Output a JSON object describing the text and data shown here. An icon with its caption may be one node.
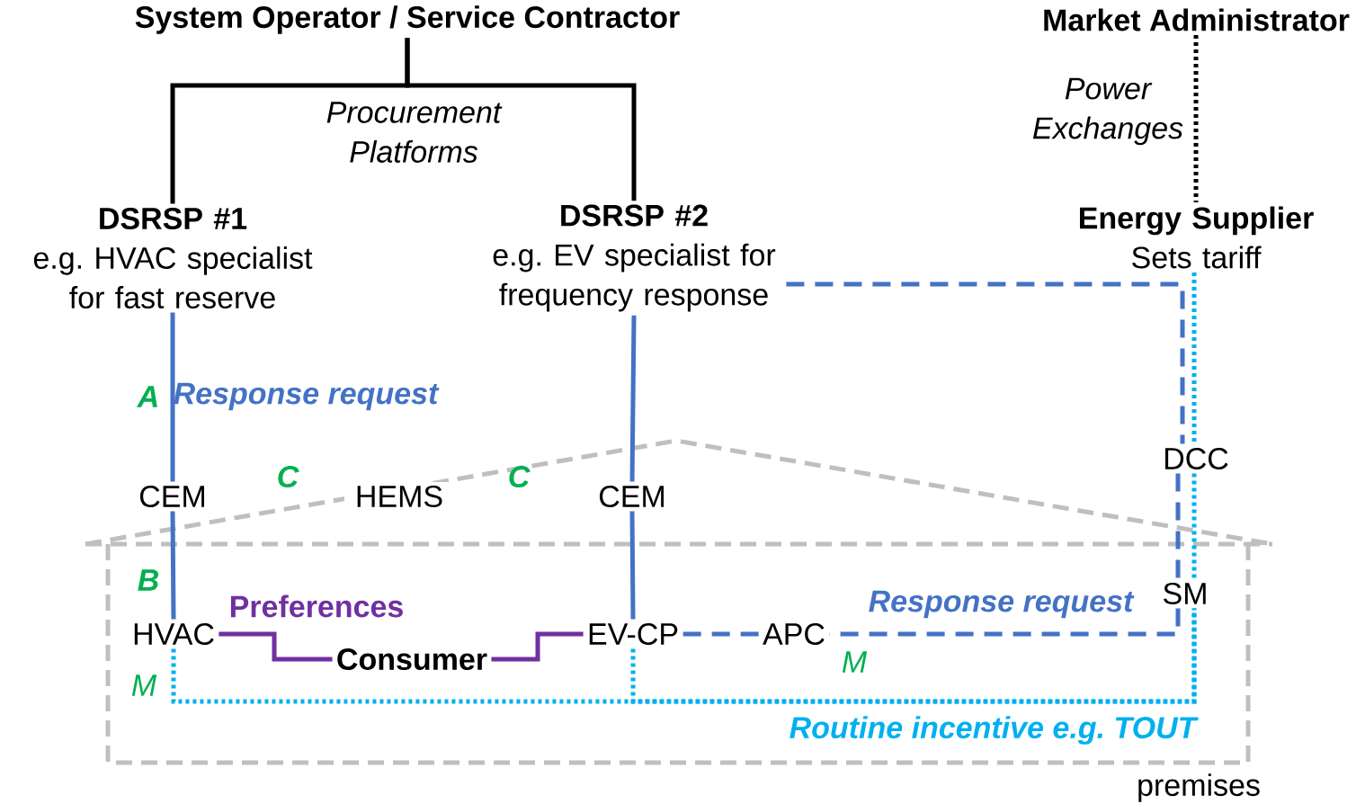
{
  "diagram": {
    "nodes": [
      {
        "text": [
          "System Operator / Service Contractor"
        ]
      },
      {
        "text": [
          "Market Administrator"
        ]
      },
      {
        "text": [
          "DSRSP #1",
          "e.g. HVAC specialist for fast reserve"
        ]
      },
      {
        "text": [
          "DSRSP #2",
          "e.g. EV specialist for frequency response"
        ]
      },
      {
        "text": [
          "Energy Supplier",
          "Sets tariff"
        ]
      },
      {
        "text": [
          "CEM"
        ]
      },
      {
        "text": [
          "HEMS"
        ]
      },
      {
        "text": [
          "CEM"
        ]
      },
      {
        "text": [
          "DCC"
        ]
      },
      {
        "text": [
          "SM"
        ]
      },
      {
        "text": [
          "HVAC"
        ]
      },
      {
        "text": [
          "Consumer"
        ]
      },
      {
        "text": [
          "EV-CP"
        ]
      },
      {
        "text": [
          "APC"
        ]
      }
    ],
    "edges": [
      {
        "from": 0,
        "to": 2,
        "arrow": "none",
        "color": "#000000"
      },
      {
        "from": 0,
        "to": 3,
        "arrow": "none",
        "color": "#000000"
      },
      {
        "from": 1,
        "to": 4,
        "arrow": "none",
        "style": "dashed",
        "color": "#000000"
      },
      {
        "from": 2,
        "to": 5,
        "arrow": "none"
      },
      {
        "from": 5,
        "to": 10,
        "arrow": "none"
      },
      {
        "from": 3,
        "to": 7,
        "arrow": "none"
      },
      {
        "from": 7,
        "to": 12,
        "arrow": "none"
      },
      {
        "from": 3,
        "to": 8,
        "arrow": "none",
        "style": "dashed"
      },
      {
        "from": 4,
        "to": 8,
        "arrow": "none",
        "style": "dashed",
        "color": "#00b0f0"
      },
      {
        "from": 8,
        "to": 9,
        "arrow": "none",
        "style": "dashed"
      },
      {
        "from": 8,
        "to": 9,
        "arrow": "none",
        "style": "dashed",
        "color": "#00b0f0"
      },
      {
        "from": 9,
        "to": 13,
        "arrow": "none",
        "style": "dashed"
      },
      {
        "from": 13,
        "to": 12,
        "arrow": "none",
        "style": "dashed"
      },
      {
        "from": 10,
        "to": 11,
        "arrow": "none",
        "color": "#7030a0"
      },
      {
        "from": 11,
        "to": 12,
        "arrow": "none",
        "color": "#7030a0"
      },
      {
        "from": 10,
        "to": 9,
        "arrow": "none",
        "style": "dashed",
        "color": "#00b0f0"
      },
      {
        "from": 12,
        "to": 9,
        "arrow": "none",
        "style": "dashed",
        "color": "#00b0f0"
      }
    ],
    "labels": [
      "Procurement Platforms",
      "Power Exchanges",
      "A",
      "Response request",
      "C",
      "C",
      "B",
      "Preferences",
      "M",
      "Response request",
      "M",
      "Routine incentive e.g. TOUT",
      "premises"
    ]
  }
}
